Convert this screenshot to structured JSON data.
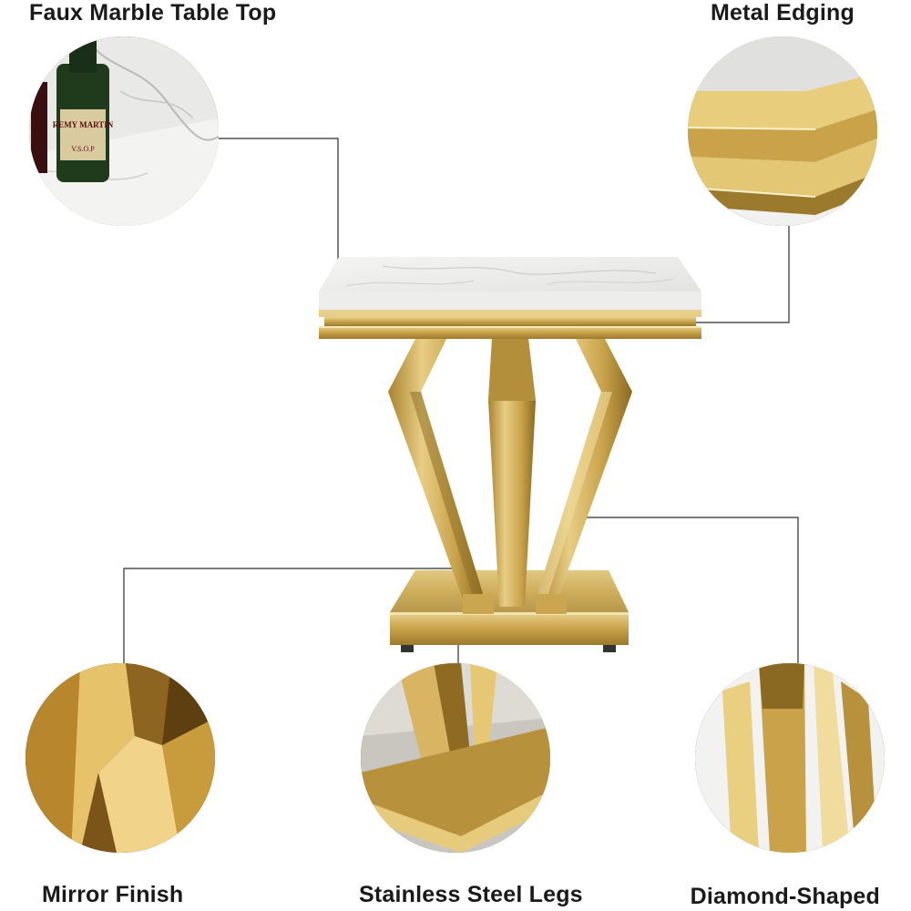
{
  "labels": {
    "top_left": "Faux Marble Table Top",
    "top_right": "Metal Edging",
    "bottom_left": "Mirror Finish",
    "bottom_center": "Stainless Steel Legs",
    "bottom_right": "Diamond-Shaped"
  },
  "bottle_label": {
    "line1": "REMY MARTIN",
    "line2": "V.S.O.P"
  },
  "colors": {
    "gold": "#c9a24a",
    "gold_light": "#e9cf86",
    "gold_dark": "#8a6a22",
    "marble": "#eeeeec",
    "callout_line": "#2b2b2b"
  }
}
